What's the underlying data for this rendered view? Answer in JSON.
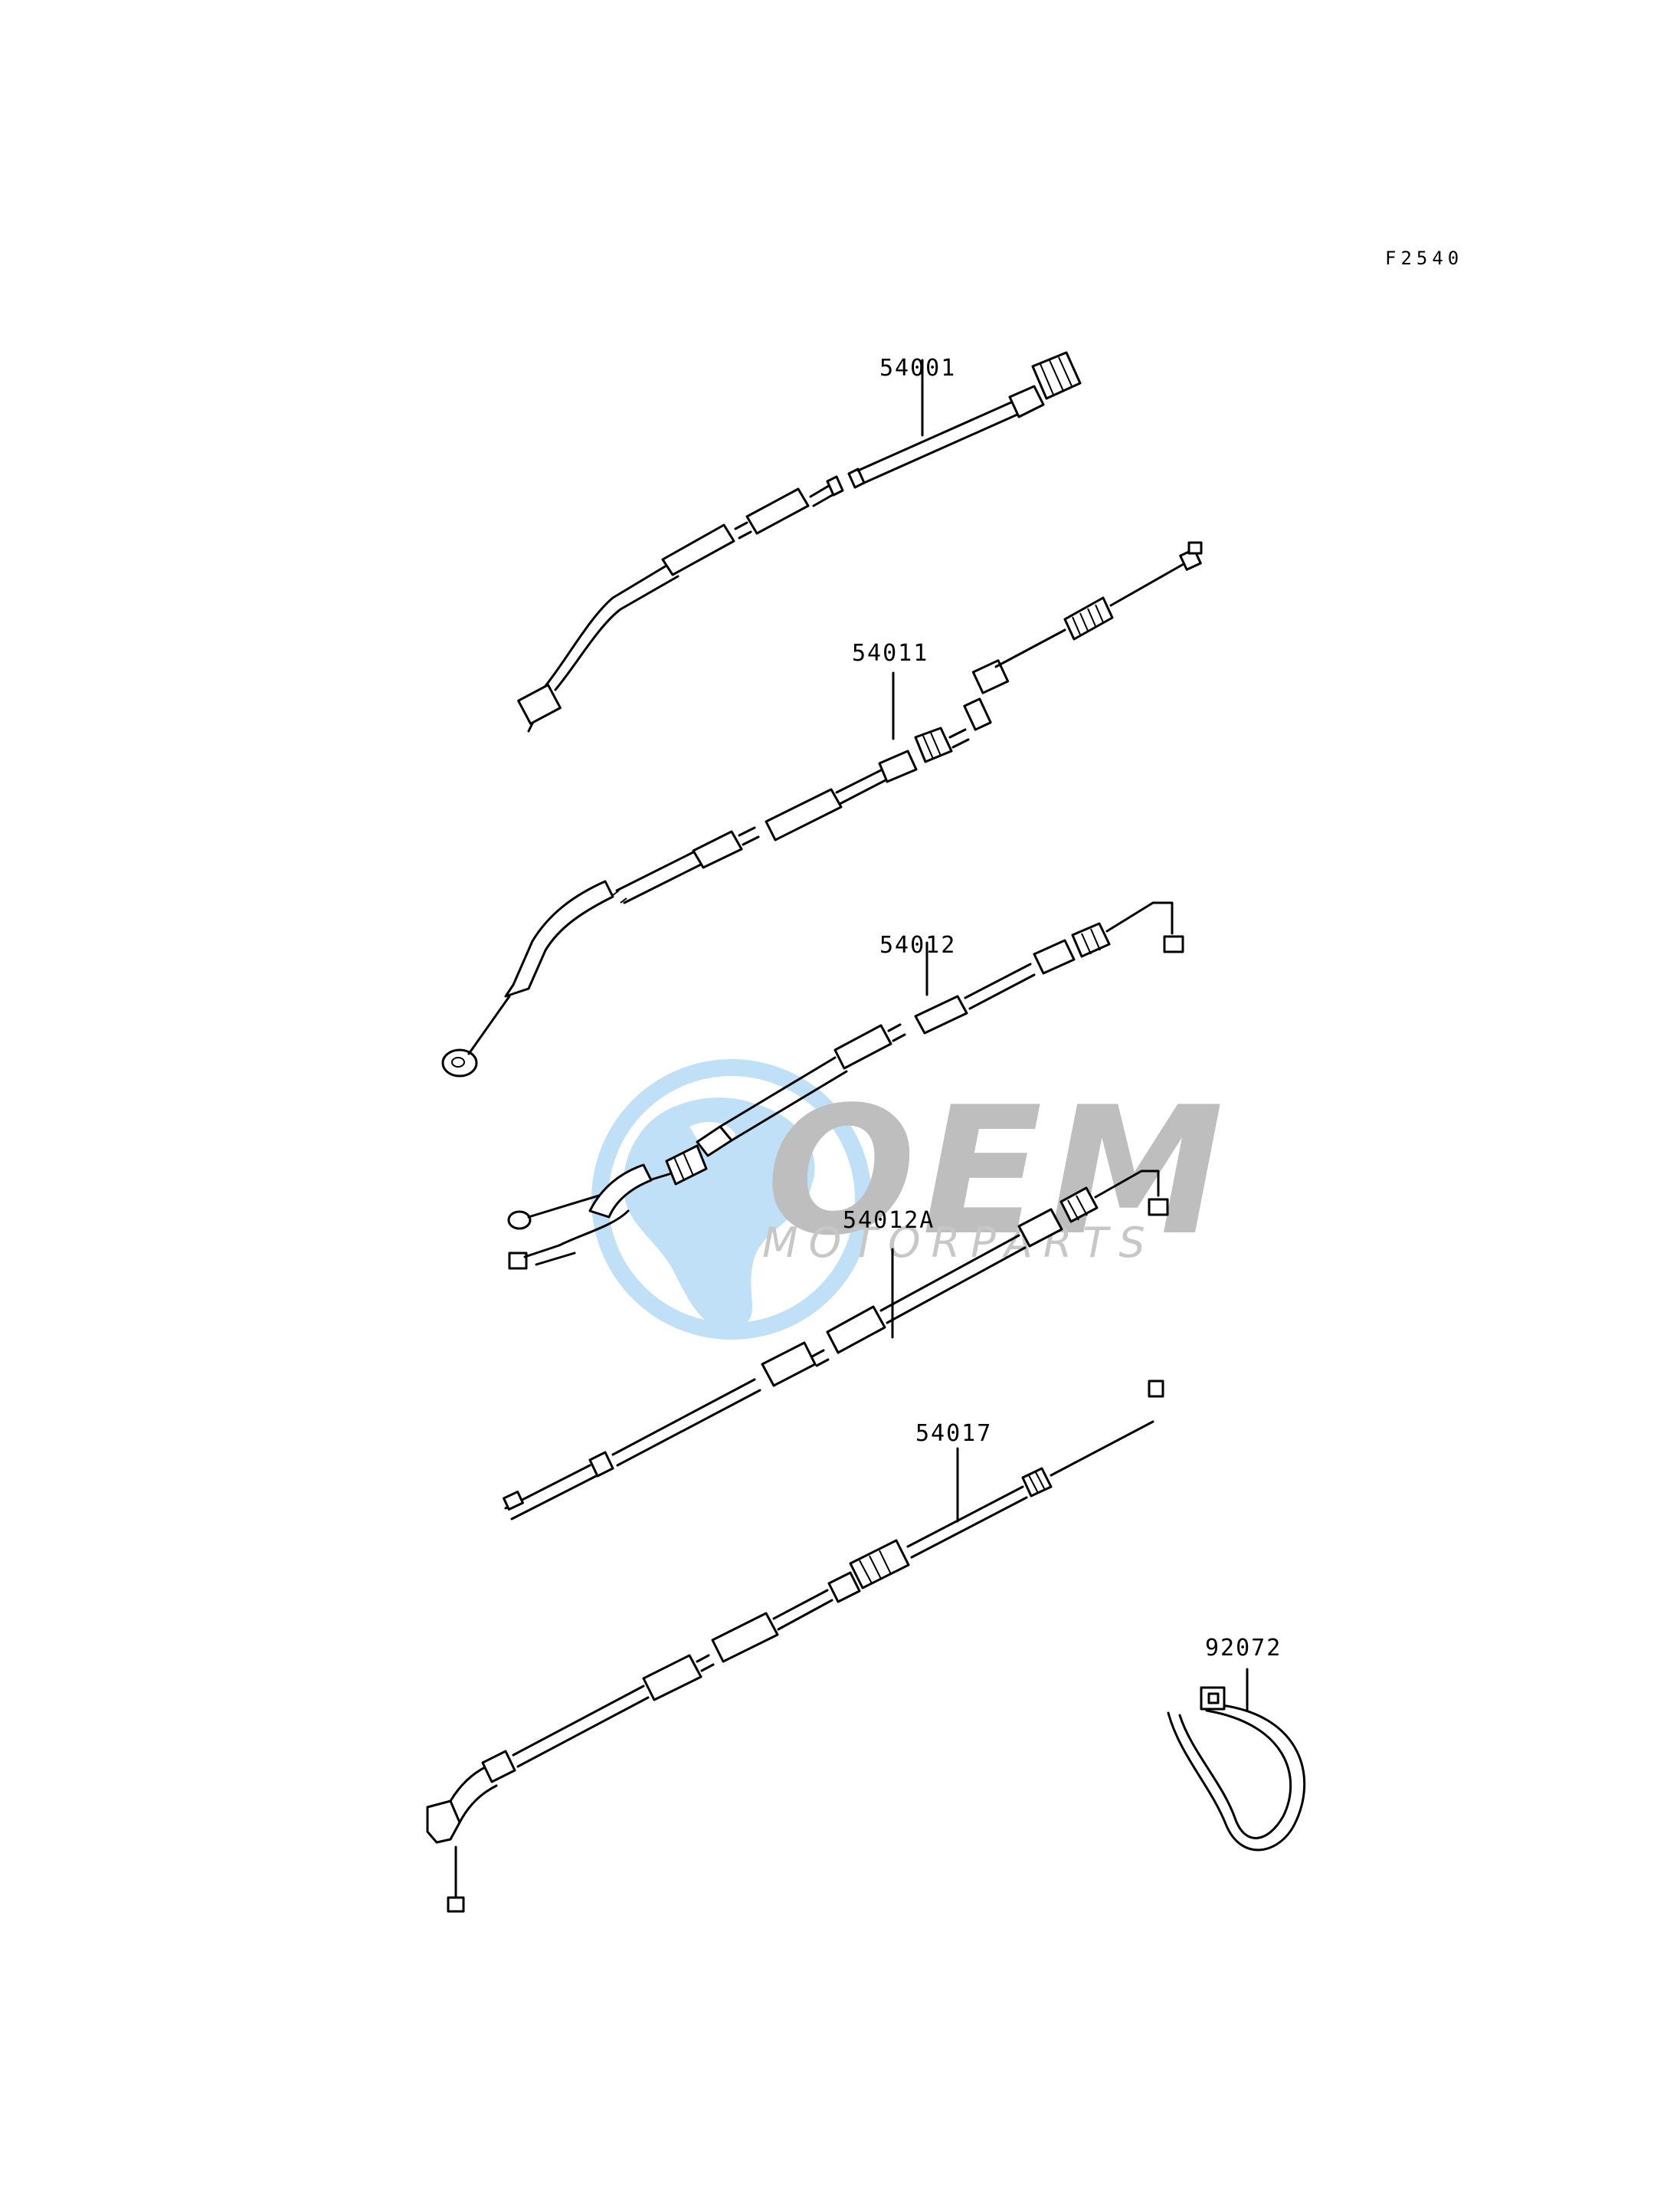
{
  "diagram": {
    "code": "F2540",
    "parts": [
      {
        "id": "cable-54001",
        "label": "54001"
      },
      {
        "id": "cable-54011",
        "label": "54011"
      },
      {
        "id": "cable-54012",
        "label": "54012"
      },
      {
        "id": "cable-54012a",
        "label": "54012A"
      },
      {
        "id": "cable-54017",
        "label": "54017"
      },
      {
        "id": "tie-92072",
        "label": "92072"
      }
    ]
  },
  "watermark": {
    "brand": "OEM",
    "sub": "MOTORPARTS",
    "colors": {
      "globe": "#8cc8ef",
      "text": "#8a8a8a"
    }
  }
}
